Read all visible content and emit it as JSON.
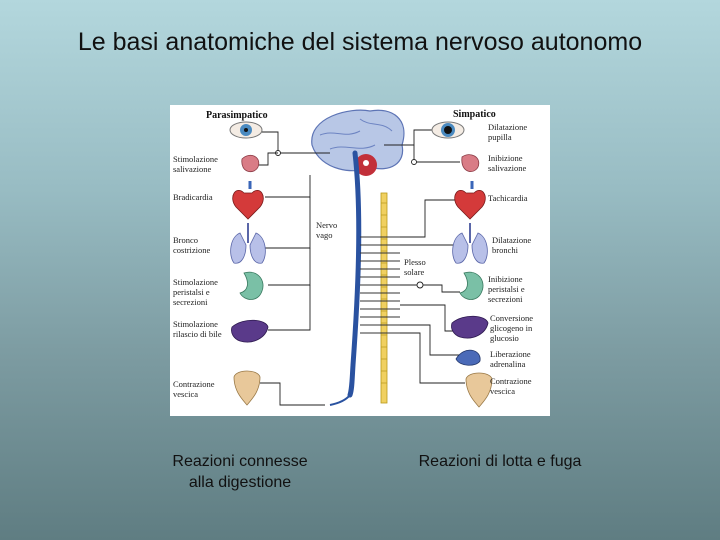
{
  "slide": {
    "title": "Le basi anatomiche del sistema nervoso autonomo"
  },
  "diagram": {
    "header_left": "Parasimpatico",
    "header_right": "Simpatico",
    "left_labels": [
      [
        "Stimolazione",
        "salivazione"
      ],
      [
        "Bradicardia"
      ],
      [
        "Bronco",
        "costrizione"
      ],
      [
        "Stimolazione",
        "peristalsi e",
        "secrezioni"
      ],
      [
        "Stimolazione",
        "rilascio di bile"
      ],
      [
        "Contrazione",
        "vescica"
      ]
    ],
    "right_labels": [
      [
        "Dilatazione",
        "pupilla"
      ],
      [
        "Inibizione",
        "salivazione"
      ],
      [
        "Tachicardia"
      ],
      [
        "Dilatazione",
        "bronchi"
      ],
      [
        "Inibizione",
        "peristalsi e",
        "secrezioni"
      ],
      [
        "Conversione",
        "glicogeno in",
        "glucosio"
      ],
      [
        "Liberazione",
        "adrenalina"
      ],
      [
        "Contrazione",
        "vescica"
      ]
    ],
    "vagus_label": [
      "Nervo",
      "vago"
    ],
    "plexus_label": [
      "Plesso",
      "solare"
    ]
  },
  "captions": {
    "left": [
      "Reazioni connesse",
      "alla digestione"
    ],
    "right": "Reazioni di lotta e fuga"
  }
}
